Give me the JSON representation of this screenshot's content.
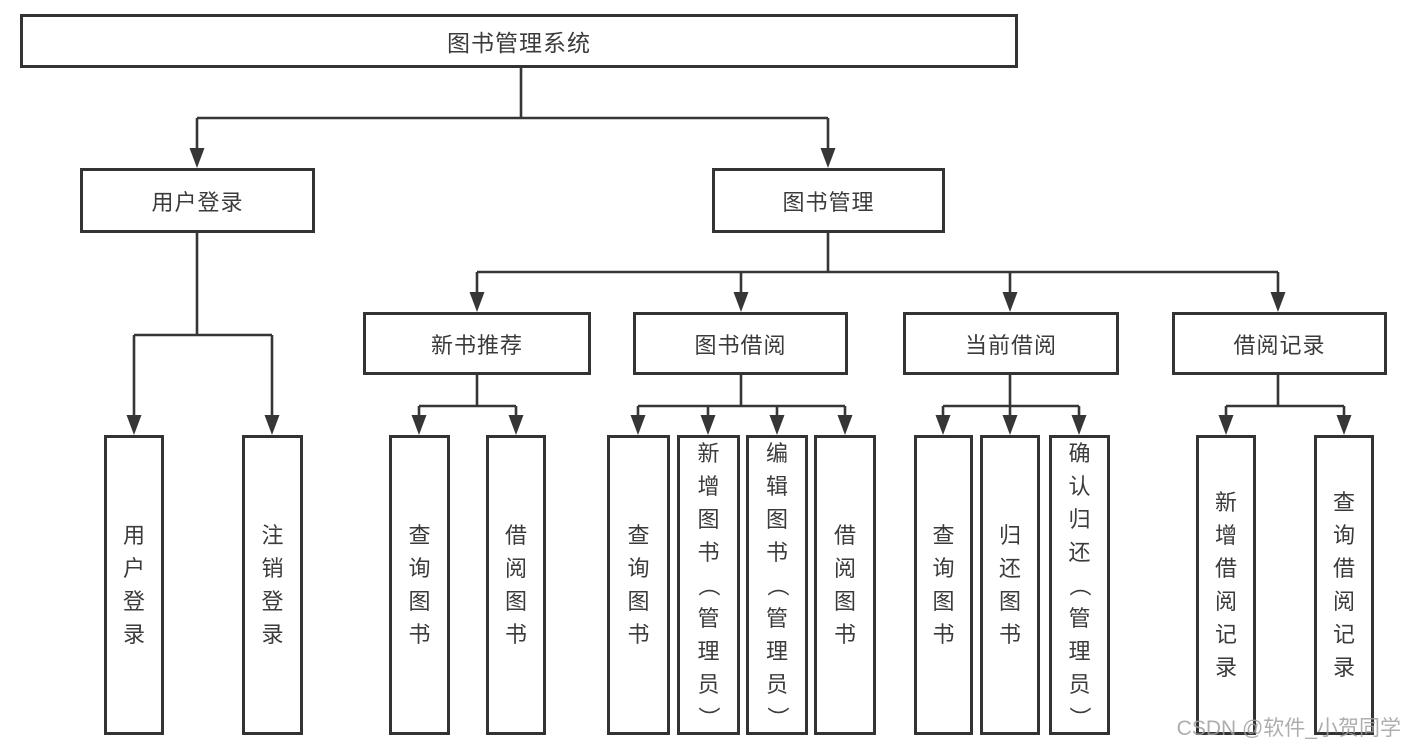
{
  "title": "图书管理系统",
  "level2": [
    {
      "label": "用户登录"
    },
    {
      "label": "图书管理"
    }
  ],
  "level3": [
    {
      "label": "新书推荐",
      "parent": "图书管理"
    },
    {
      "label": "图书借阅",
      "parent": "图书管理"
    },
    {
      "label": "当前借阅",
      "parent": "图书管理"
    },
    {
      "label": "借阅记录",
      "parent": "图书管理"
    }
  ],
  "leaves": [
    {
      "label": "用户登录",
      "parent": "用户登录"
    },
    {
      "label": "注销登录",
      "parent": "用户登录"
    },
    {
      "label": "查询图书",
      "parent": "新书推荐"
    },
    {
      "label": "借阅图书",
      "parent": "新书推荐"
    },
    {
      "label": "查询图书",
      "parent": "图书借阅"
    },
    {
      "label": "新增图书（管理员）",
      "parent": "图书借阅"
    },
    {
      "label": "编辑图书（管理员）",
      "parent": "图书借阅"
    },
    {
      "label": "借阅图书",
      "parent": "图书借阅"
    },
    {
      "label": "查询图书",
      "parent": "当前借阅"
    },
    {
      "label": "归还图书",
      "parent": "当前借阅"
    },
    {
      "label": "确认归还（管理员）",
      "parent": "当前借阅"
    },
    {
      "label": "新增借阅记录",
      "parent": "借阅记录"
    },
    {
      "label": "查询借阅记录",
      "parent": "借阅记录"
    }
  ],
  "watermark": "CSDN @软件_小贺同学",
  "colors": {
    "line": "#363636",
    "box_border": "#333333",
    "text": "#3b3b3b",
    "watermark": "#a0a0a0",
    "background": "#ffffff"
  }
}
